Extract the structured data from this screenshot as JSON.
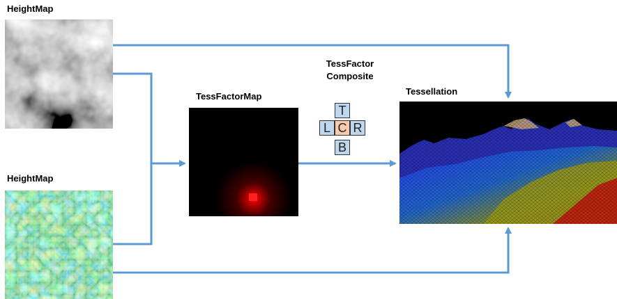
{
  "labels": {
    "heightmap_top": "HeightMap",
    "heightmap_bottom": "HeightMap",
    "tessfactormap": "TessFactorMap",
    "tessellation": "Tessellation",
    "composite_line1": "TessFactor",
    "composite_line2": "Composite"
  },
  "composite_cells": {
    "top": "T",
    "left": "L",
    "center": "C",
    "right": "R",
    "bottom": "B"
  },
  "colors": {
    "arrow": "#5b9bd5",
    "cell": "#bdd7ee",
    "cell_center": "#f8cbad"
  }
}
